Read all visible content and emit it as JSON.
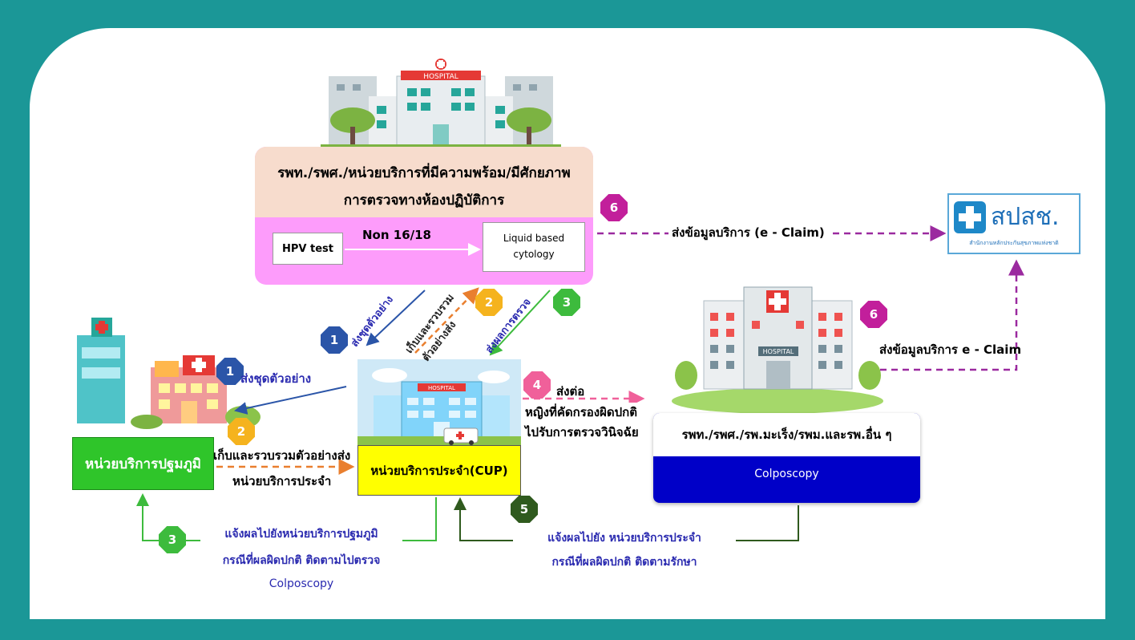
{
  "colors": {
    "frame": "#1b9797",
    "lab_header": "#f7dccd",
    "lab_strip": "#fd9cfb",
    "primary_box": "#2fc52a",
    "cup_box": "#ffff00",
    "colposcopy_bar": "#0000c8",
    "badge_blue": "#2b55a8",
    "badge_orange": "#f5b31e",
    "badge_green": "#3dbb3d",
    "badge_pink": "#f0609a",
    "badge_darkgreen": "#2f5a1e",
    "badge_magenta": "#c21f9b"
  },
  "lab": {
    "title_line1": "รพท./รพศ./หน่วยบริการที่มีความพร้อม/มีศักยภาพ",
    "title_line2": "การตรวจทางห้องปฏิบัติการ",
    "hpv_test": "HPV test",
    "non_label": "Non 16/18",
    "lbc_line1": "Liquid based",
    "lbc_line2": "cytology",
    "hospital_sign": "HOSPITAL"
  },
  "nhso": {
    "logo_text": "สปสช.",
    "logo_subtext": "สำนักงานหลักประกันสุขภาพแห่งชาติ"
  },
  "primary": {
    "label": "หน่วยบริการปฐมภูมิ"
  },
  "cup": {
    "label": "หน่วยบริการประจำ(CUP)",
    "hospital_sign": "HOSPITAL"
  },
  "referral": {
    "title": "รพท./รพศ./รพ.มะเร็ง/รพม.และรพ.อื่น ๆ",
    "colposcopy": "Colposcopy",
    "hospital_sign": "HOSPITAL"
  },
  "badges": {
    "b1_top": "1",
    "b2_top": "2",
    "b3_top": "3",
    "b6_top": "6",
    "b6_right": "6",
    "b1_left": "1",
    "b2_left": "2",
    "b4": "4",
    "b3_bottom": "3",
    "b5": "5"
  },
  "flows": {
    "send_kit_diag": "ส่งชุดตัวอย่าง",
    "collect_diag_1": "เก็บและรวบรวม",
    "collect_diag_2": "ตัวอย่างส่ง",
    "send_result_diag": "ส่งผลการตรวจ",
    "eclaim_top": "ส่งข้อมูลบริการ (e - Claim)",
    "eclaim_right": "ส่งข้อมูลบริการ e - Claim",
    "send_kit_left": "ส่งชุดตัวอย่าง",
    "collect_left_1": "เก็บและรวบรวมตัวอย่างส่ง",
    "collect_left_2": "หน่วยบริการประจำ",
    "refer_1": "ส่งต่อ",
    "refer_2": "หญิงที่คัดกรองผิดปกติ",
    "refer_3": "ไปรับการตรวจวินิจฉัย",
    "notify_primary_1": "แจ้งผลไปยังหน่วยบริการปฐมภูมิ",
    "notify_primary_2": "กรณีที่ผลผิดปกติ ติดตามไปตรวจ",
    "notify_primary_3": "Colposcopy",
    "notify_cup_1": "แจ้งผลไปยัง หน่วยบริการประจำ",
    "notify_cup_2": "กรณีที่ผลผิดปกติ ติดตามรักษา"
  }
}
